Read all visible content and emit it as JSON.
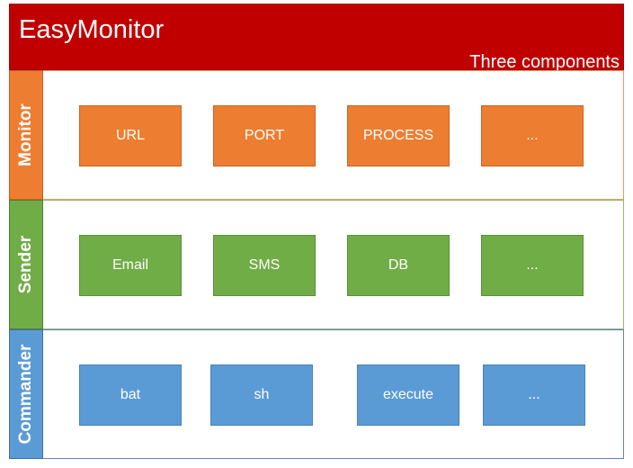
{
  "header": {
    "title": "EasyMonitor",
    "subtitle": "Three components"
  },
  "colors": {
    "header": "#c00000",
    "monitor": "#ed7d31",
    "sender": "#70ad47",
    "commander": "#5b9bd5"
  },
  "rows": {
    "monitor": {
      "label": "Monitor",
      "items": [
        "URL",
        "PORT",
        "PROCESS",
        "..."
      ]
    },
    "sender": {
      "label": "Sender",
      "items": [
        "Email",
        "SMS",
        "DB",
        "..."
      ]
    },
    "commander": {
      "label": "Commander",
      "items": [
        "bat",
        "sh",
        "execute",
        "..."
      ]
    }
  }
}
